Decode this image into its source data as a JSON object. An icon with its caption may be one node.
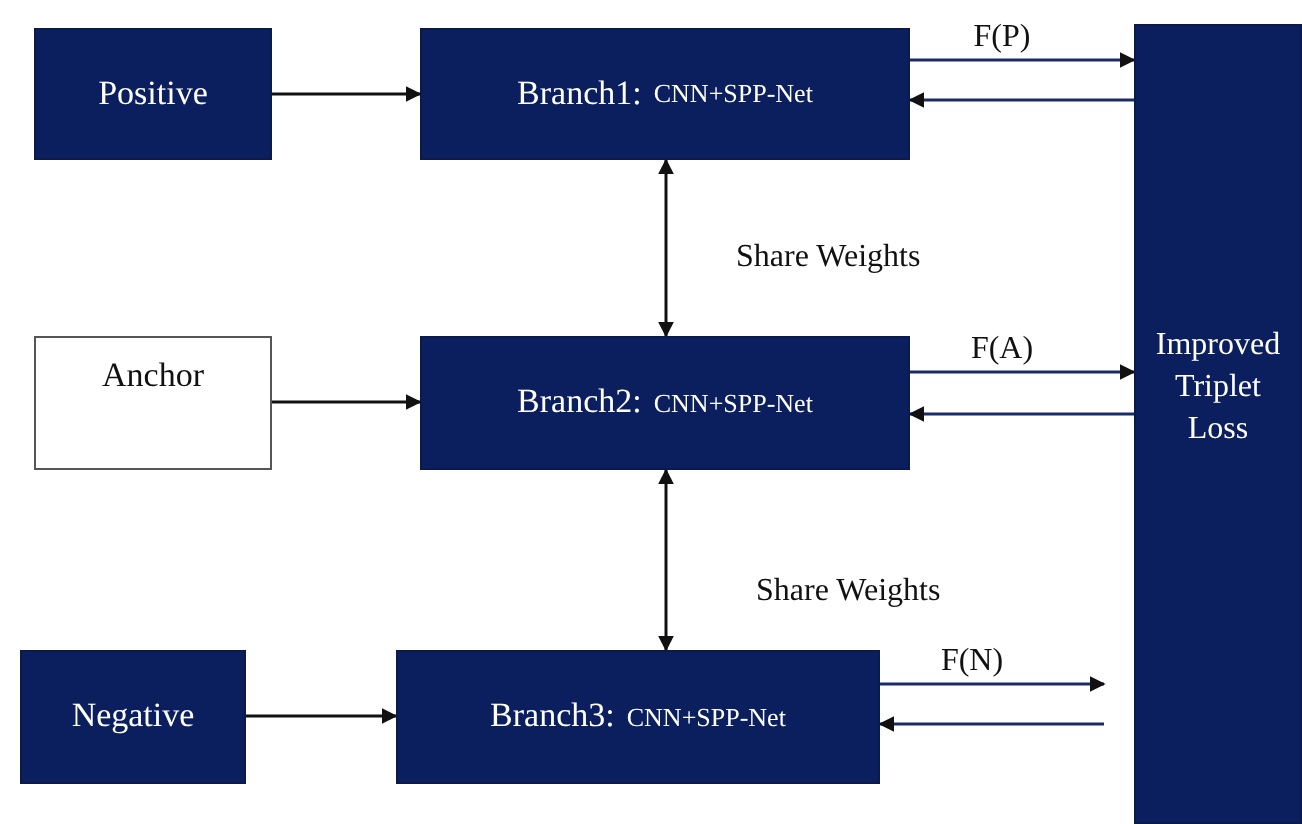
{
  "diagram": {
    "nodes": [
      {
        "text": [
          "Positive"
        ]
      },
      {
        "text": [
          "Branch1:",
          "CNN+SPP-Net"
        ]
      },
      {
        "text": [
          "Anchor"
        ]
      },
      {
        "text": [
          "Branch2:",
          "CNN+SPP-Net"
        ]
      },
      {
        "text": [
          "Negative"
        ]
      },
      {
        "text": [
          "Branch3:",
          "CNN+SPP-Net"
        ]
      },
      {
        "text": [
          "Improved Triplet Loss"
        ]
      }
    ],
    "edges": [
      {
        "from": 0,
        "to": 1,
        "arrow": "to"
      },
      {
        "from": 1,
        "to": 6,
        "arrow": "to",
        "label": "F(P)"
      },
      {
        "from": 6,
        "to": 1,
        "arrow": "to"
      },
      {
        "from": 1,
        "to": 3,
        "arrow": "both"
      },
      {
        "from": 2,
        "to": 3,
        "arrow": "to"
      },
      {
        "from": 3,
        "to": 6,
        "arrow": "to",
        "label": "F(A)"
      },
      {
        "from": 6,
        "to": 3,
        "arrow": "to"
      },
      {
        "from": 3,
        "to": 5,
        "arrow": "both"
      },
      {
        "from": 4,
        "to": 5,
        "arrow": "to"
      },
      {
        "from": 5,
        "to": 6,
        "arrow": "to",
        "label": "F(N)"
      },
      {
        "from": 6,
        "to": 5,
        "arrow": "to"
      }
    ],
    "labels": [
      "Share Weights",
      "Share Weights"
    ]
  }
}
